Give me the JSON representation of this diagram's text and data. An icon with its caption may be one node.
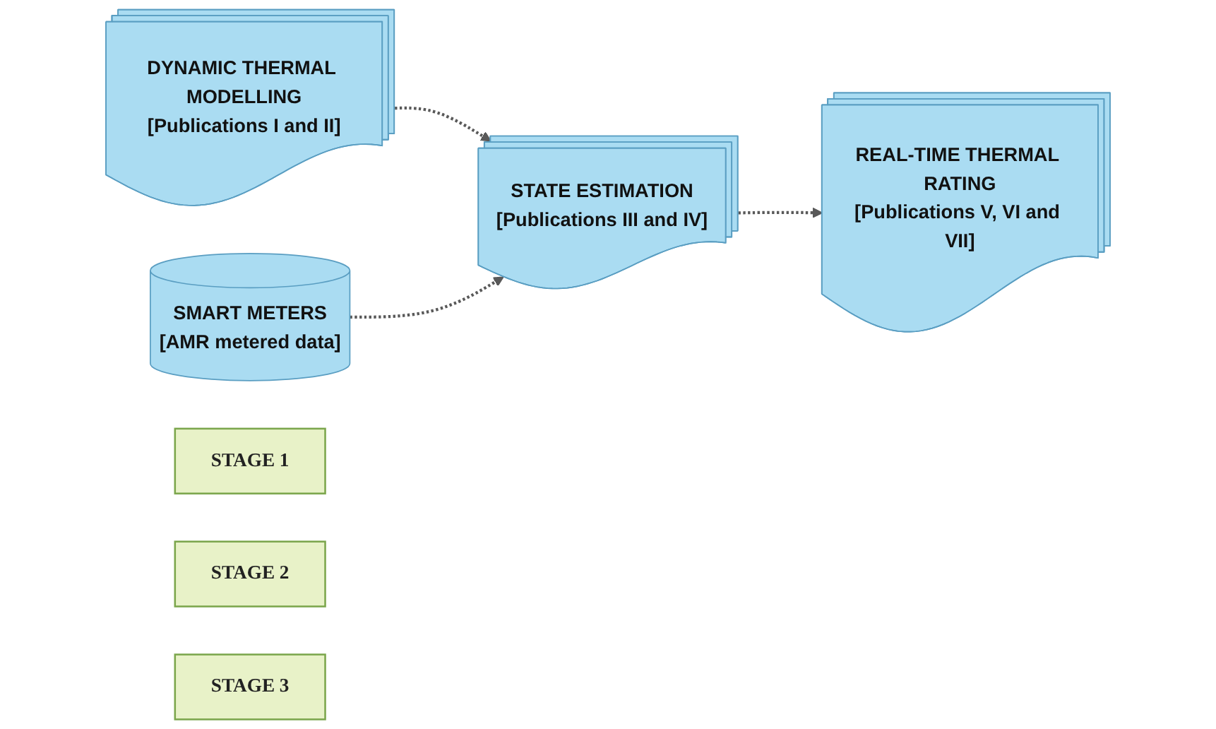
{
  "diagram": {
    "nodes": [
      {
        "text": [
          "DYNAMIC THERMAL MODELLING",
          "[Publications I and II]"
        ]
      },
      {
        "text": [
          "SMART METERS",
          "[AMR metered data]"
        ]
      },
      {
        "text": [
          "STATE ESTIMATION",
          "[Publications III and IV]"
        ]
      },
      {
        "text": [
          "REAL-TIME THERMAL RATING",
          "[Publications V, VI and VII]"
        ]
      },
      {
        "text": [
          "STAGE 1"
        ]
      },
      {
        "text": [
          "STAGE 2"
        ]
      },
      {
        "text": [
          "STAGE 3"
        ]
      }
    ],
    "edges": [
      {
        "from": 0,
        "to": 2,
        "arrow": "to",
        "style": "dashed"
      },
      {
        "from": 1,
        "to": 2,
        "arrow": "to",
        "style": "dashed"
      },
      {
        "from": 2,
        "to": 3,
        "arrow": "to",
        "style": "dashed"
      }
    ]
  }
}
